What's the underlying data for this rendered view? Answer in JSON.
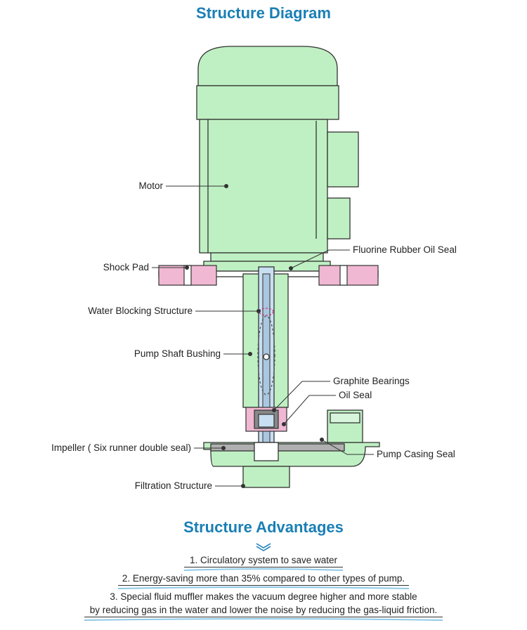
{
  "diagram_title": "Structure Diagram",
  "labels": {
    "motor": "Motor",
    "shock_pad": "Shock Pad",
    "fluorine_seal": "Fluorine Rubber Oil Seal",
    "water_blocking": "Water Blocking Structure",
    "shaft_bushing": "Pump Shaft Bushing",
    "graphite_bearings": "Graphite Bearings",
    "oil_seal": "Oil Seal",
    "impeller": "Impeller ( Six runner double seal)",
    "casing_seal": "Pump Casing Seal",
    "filtration": "Filtration Structure"
  },
  "advantages_title": "Structure Advantages",
  "advantages": [
    "1. Circulatory system to save water",
    "2. Energy-saving more than 35% compared to other types of pump.",
    "3. Special fluid muffler makes the vacuum degree higher and more stable",
    "by reducing gas in the water and lower the noise by reducing the gas-liquid friction."
  ],
  "colors": {
    "title": "#1a7fb5",
    "motor_fill": "#bff0c4",
    "pad_fill": "#f0b8d2",
    "shaft_fill": "#c8dff2",
    "wave": "#8ec9e8"
  }
}
